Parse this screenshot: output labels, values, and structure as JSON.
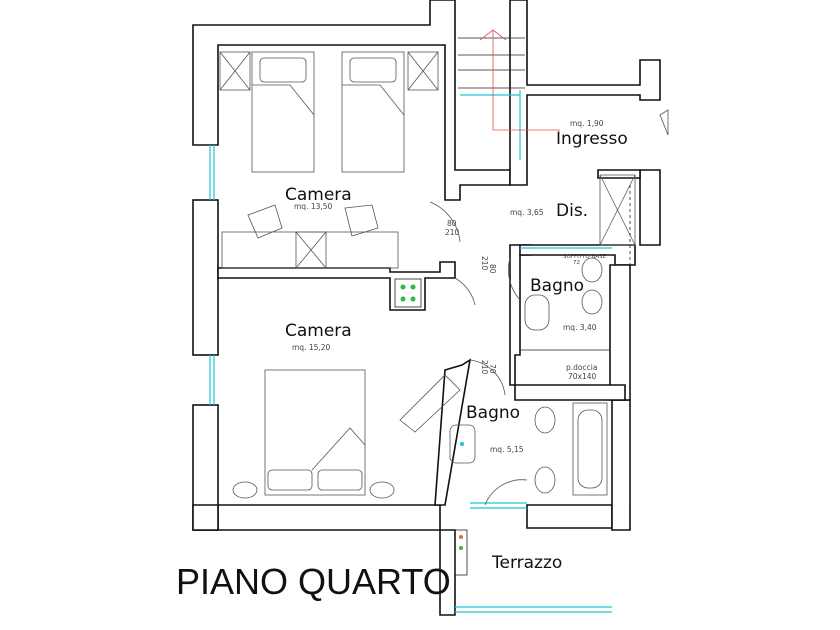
{
  "floor_title": "PIANO QUARTO",
  "rooms": {
    "camera_top": {
      "name": "Camera",
      "area": "mq. 13,50"
    },
    "camera_bottom": {
      "name": "Camera",
      "area": "mq. 15,20"
    },
    "ingresso": {
      "name": "Ingresso",
      "area": "mq. 1,90"
    },
    "disimpegno": {
      "name": "Dis.",
      "area": "mq. 3,65"
    },
    "bagno_right": {
      "name": "Bagno",
      "area": "mq. 3,40"
    },
    "bagno_left": {
      "name": "Bagno",
      "area": "mq. 5,15"
    },
    "terrazzo": {
      "name": "Terrazzo"
    }
  },
  "doors": {
    "camera_top_door": {
      "width": "80",
      "height": "210"
    },
    "bagno_right_door": {
      "width": "80",
      "height": "210"
    },
    "bagno_left_door": {
      "width": "70",
      "height": "210"
    }
  },
  "fixtures": {
    "shower_label": "p.doccia",
    "shower_size": "70x140",
    "soffit_note": "SOFFITTO BASE",
    "soffit_value": "72"
  }
}
